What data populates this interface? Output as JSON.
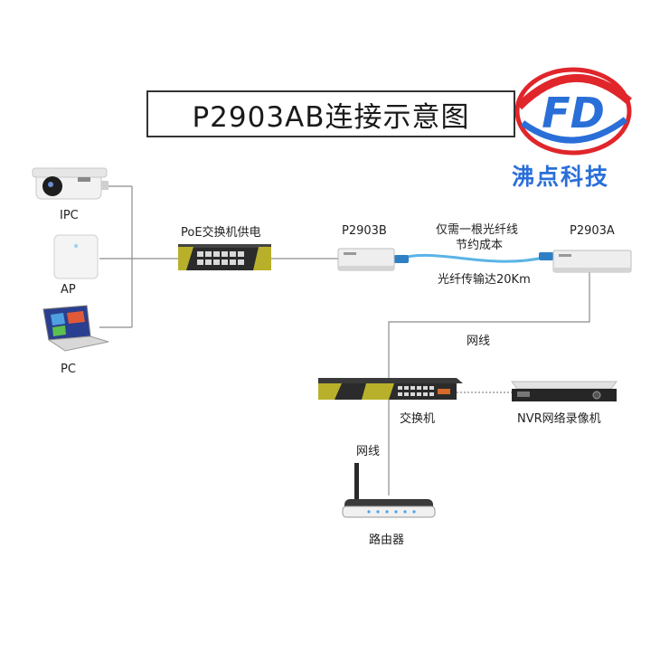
{
  "title": "P2903AB连接示意图",
  "brand": {
    "name": "沸点科技",
    "logo_letters": "FD"
  },
  "devices": {
    "ipc": "IPC",
    "ap": "AP",
    "pc": "PC",
    "poe_switch": "PoE交换机供电",
    "p2903b": "P2903B",
    "p2903a": "P2903A",
    "switch": "交换机",
    "nvr": "NVR网络录像机",
    "router": "路由器"
  },
  "notes": {
    "fiber_line1": "仅需一根光纤线",
    "fiber_line2": "节约成本",
    "fiber_distance": "光纤传输达20Km",
    "cable1": "网线",
    "cable2": "网线"
  },
  "colors": {
    "line": "#8c8c8c",
    "fiber": "#5bb4e6",
    "logo_red": "#e0262b",
    "logo_blue": "#2a6fd8",
    "switch_accent": "#b8b02a"
  }
}
